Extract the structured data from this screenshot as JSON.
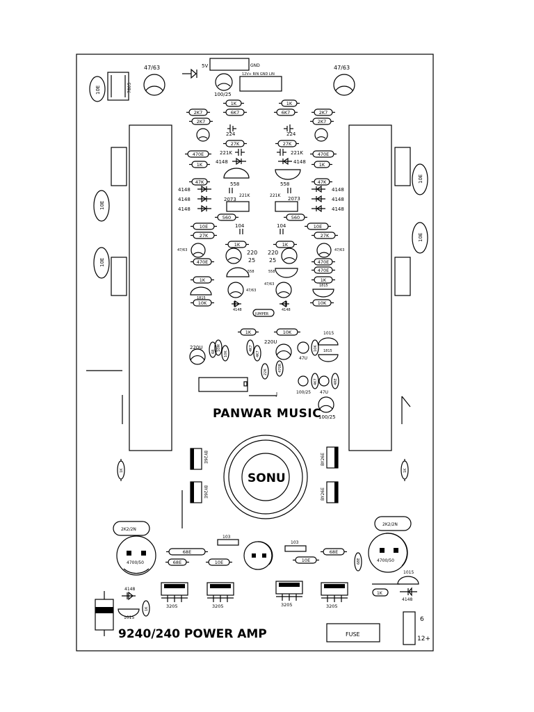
{
  "board": {
    "title": "9240/240 POWER AMP",
    "brand": "PANWAR MUSIC",
    "logo": "SONU",
    "fuse": "FUSE",
    "conn_top": "5V",
    "conn_gnd_top": "GND",
    "conn_pins": "12V+ RIN GND LIN",
    "jumper": "JUMPER",
    "jmark": "J",
    "pwr_6": "6",
    "pwr_12": "12+"
  },
  "labels": {
    "r_1k": "1K",
    "r_2k7": "2K7",
    "r_6k7": "6K7",
    "r_27k": "27K",
    "r_470e": "470E",
    "r_47k": "47K",
    "r_560": "560",
    "r_10e": "10E",
    "r_10k": "10K",
    "r_68e": "68E",
    "r_2k2": "2K2/2N",
    "c_224": "224",
    "c_221k": "221K",
    "c_104": "104",
    "c_103": "103",
    "c_47_63": "47/63",
    "c_100_25": "100/25",
    "c_220u": "220U",
    "c_47u": "47U",
    "c_4700": "4700/50",
    "c_220": "220",
    "c_25": "25",
    "d_4148": "4148",
    "t_558": "558",
    "t_2073": "2073",
    "t_1815": "1815",
    "t_1015": "1015",
    "t_3205": "3205",
    "t_7805": "7805",
    "b_byd": "BY26E",
    "r_4k7": "4K7",
    "r_22k": "22K",
    "r_470r": "470R",
    "r_4re": "4RE",
    "r_10m": "10M",
    "r_68": "68"
  },
  "colors": {
    "ink": "#000000",
    "paper": "#ffffff"
  }
}
